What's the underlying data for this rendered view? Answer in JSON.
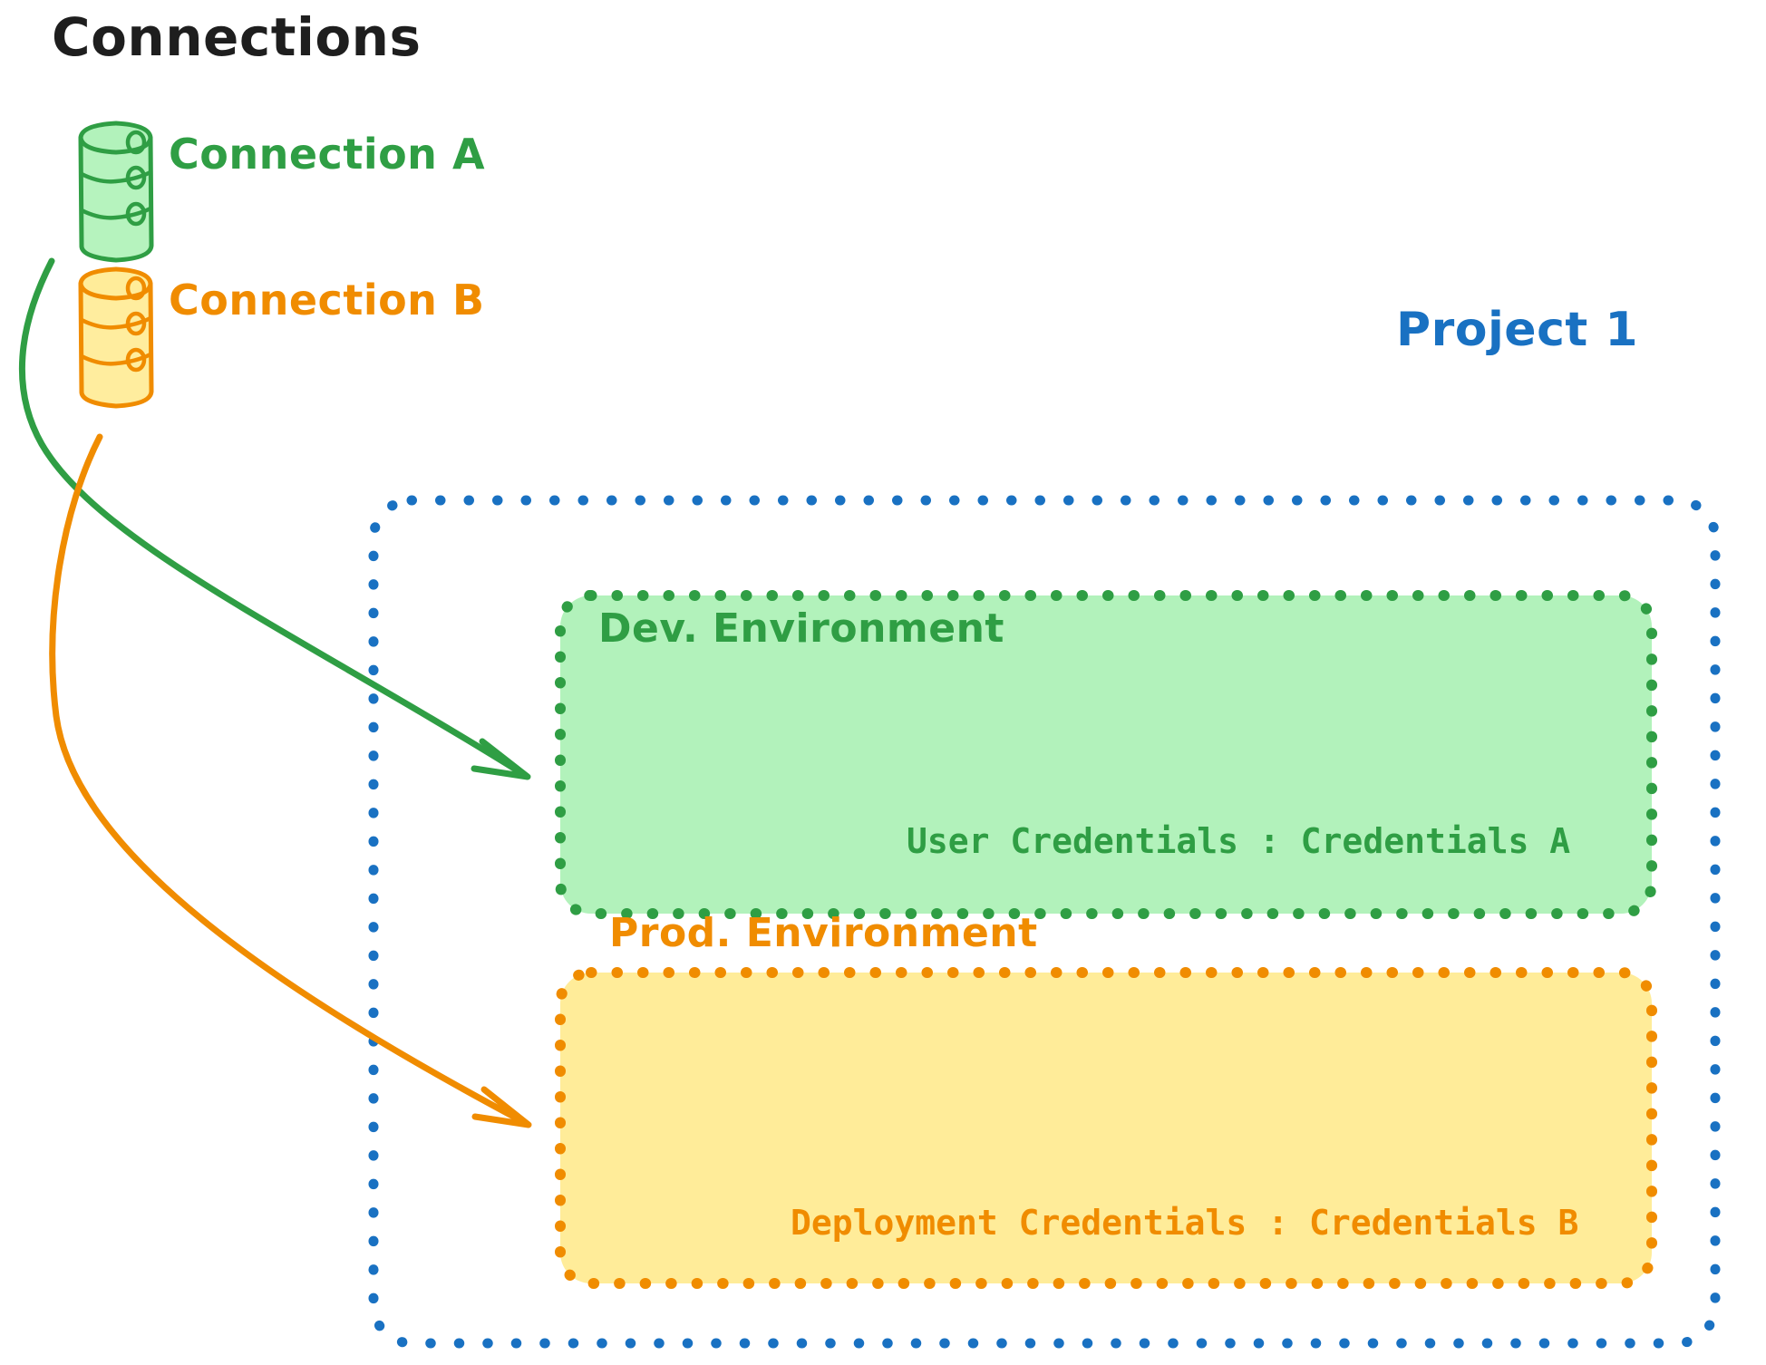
{
  "title": "Connections",
  "connections": [
    {
      "id": "connection-a",
      "label": "Connection A",
      "color": "#2f9e44",
      "fill": "#b2f2bb",
      "icon": "database-cylinder-icon"
    },
    {
      "id": "connection-b",
      "label": "Connection B",
      "color": "#f08c00",
      "fill": "#ffec99",
      "icon": "database-cylinder-icon"
    }
  ],
  "project": {
    "label": "Project 1",
    "color": "#1971c2",
    "environments": [
      {
        "id": "dev-environment",
        "name": "Dev. Environment",
        "credentials_key": "User Credentials",
        "credentials_value": "Credentials A",
        "credentials_text": "User Credentials : Credentials A",
        "color": "#2f9e44",
        "fill": "#b2f2bb"
      },
      {
        "id": "prod-environment",
        "name": "Prod. Environment",
        "credentials_key": "Deployment Credentials",
        "credentials_value": "Credentials B",
        "credentials_text": "Deployment Credentials : Credentials B",
        "color": "#f08c00",
        "fill": "#ffec99"
      }
    ]
  },
  "arrows": [
    {
      "id": "arrow-connection-a-to-dev",
      "from": "connection-a",
      "to": "dev-environment",
      "color": "#2f9e44"
    },
    {
      "id": "arrow-connection-b-to-prod",
      "from": "connection-b",
      "to": "prod-environment",
      "color": "#f08c00"
    }
  ],
  "colors": {
    "title": "#1e1e1e",
    "green_stroke": "#2f9e44",
    "green_fill": "#b2f2bb",
    "orange_stroke": "#f08c00",
    "orange_fill": "#ffec99",
    "blue_stroke": "#1971c2",
    "background": "#ffffff"
  }
}
